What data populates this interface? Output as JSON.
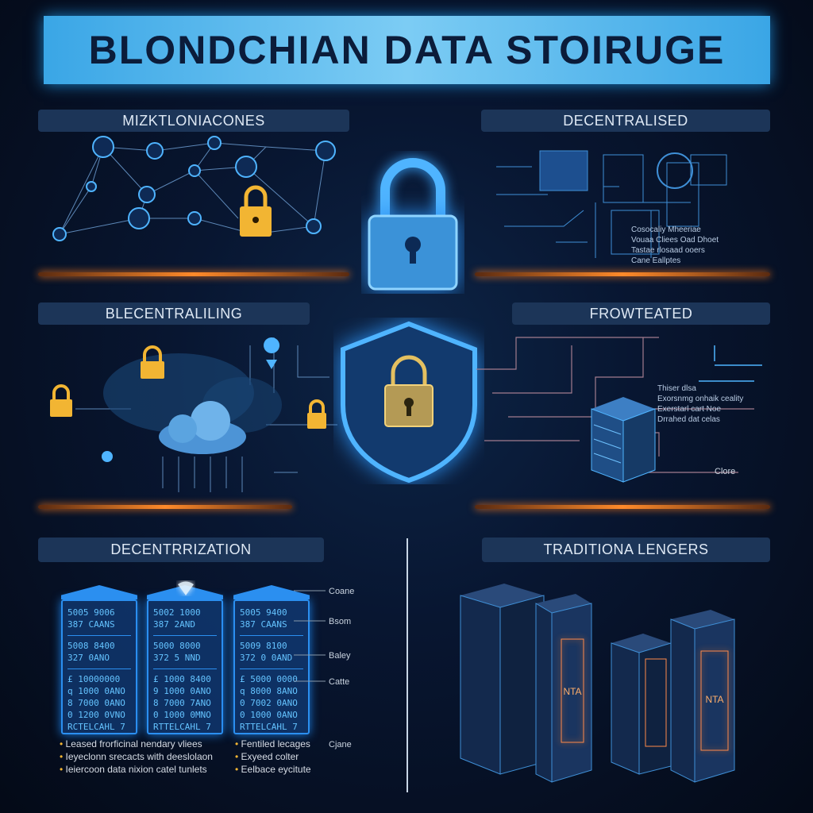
{
  "title": "BLONDCHIAN DATA STOIRUGE",
  "sections": {
    "top_left": "MIZKTLONIACONES",
    "top_right": "DECENTRALISED",
    "mid_left": "BLECENTRALILING",
    "mid_right": "FROWTEATED",
    "bottom_left": "DECENTRRIZATION",
    "bottom_right": "TRADITIONA LENGERS"
  },
  "top_right_notes": [
    "Cosocaliy Mheeriae",
    "Vouaa Cliees Oad Dhoet",
    "Tastae rlosaad ooers",
    "Cane Eallptes"
  ],
  "mid_right_notes": [
    "Thiser dlsa",
    "Exorsnmg onhaik ceality",
    "Exerstarl cart Noe",
    "Drrahed dat celas"
  ],
  "mid_right_label": "Clore",
  "racks": [
    {
      "lines": [
        "5005 9006",
        "387 CAANS",
        "5008 8400",
        "327 0ANO",
        "£ 10000000",
        "q 1000 0ANO",
        "8 7000 0ANO",
        "0 1200 0VNO",
        "RCTELCAHL 7"
      ]
    },
    {
      "lines": [
        "5002 1000",
        "387 2AND",
        "5000 8000",
        "372 5 NND",
        "£ 1000 8400",
        "9 1000 0ANO",
        "8 7000 7ANO",
        "0 1000 0MNO",
        "RTTELCAHL 7"
      ]
    },
    {
      "lines": [
        "5005 9400",
        "387 CAANS",
        "5009 8100",
        "372 0 0AND",
        "£ 5000 0000",
        "q 8000 8ANO",
        "0 7002 0ANO",
        "0 1000 0ANO",
        "RTTELCAHL 7"
      ]
    }
  ],
  "side_labels": [
    "Coane",
    "Bsom",
    "Baley",
    "Catte",
    "Cjane"
  ],
  "bottom_notes_left": [
    "Leased frorficinal nendary vliees",
    "Ieyeclonn srecacts with deeslolaon",
    "Ieiercoon data nixion catel tunlets"
  ],
  "bottom_notes_right": [
    "Fentiled lecages",
    "Exyeed colter",
    "Eelbace eycitute"
  ],
  "server_label": "NTA",
  "colors": {
    "accent": "#3aa6e6",
    "orange": "#ff8a2a",
    "lock_yellow": "#f2b533"
  }
}
